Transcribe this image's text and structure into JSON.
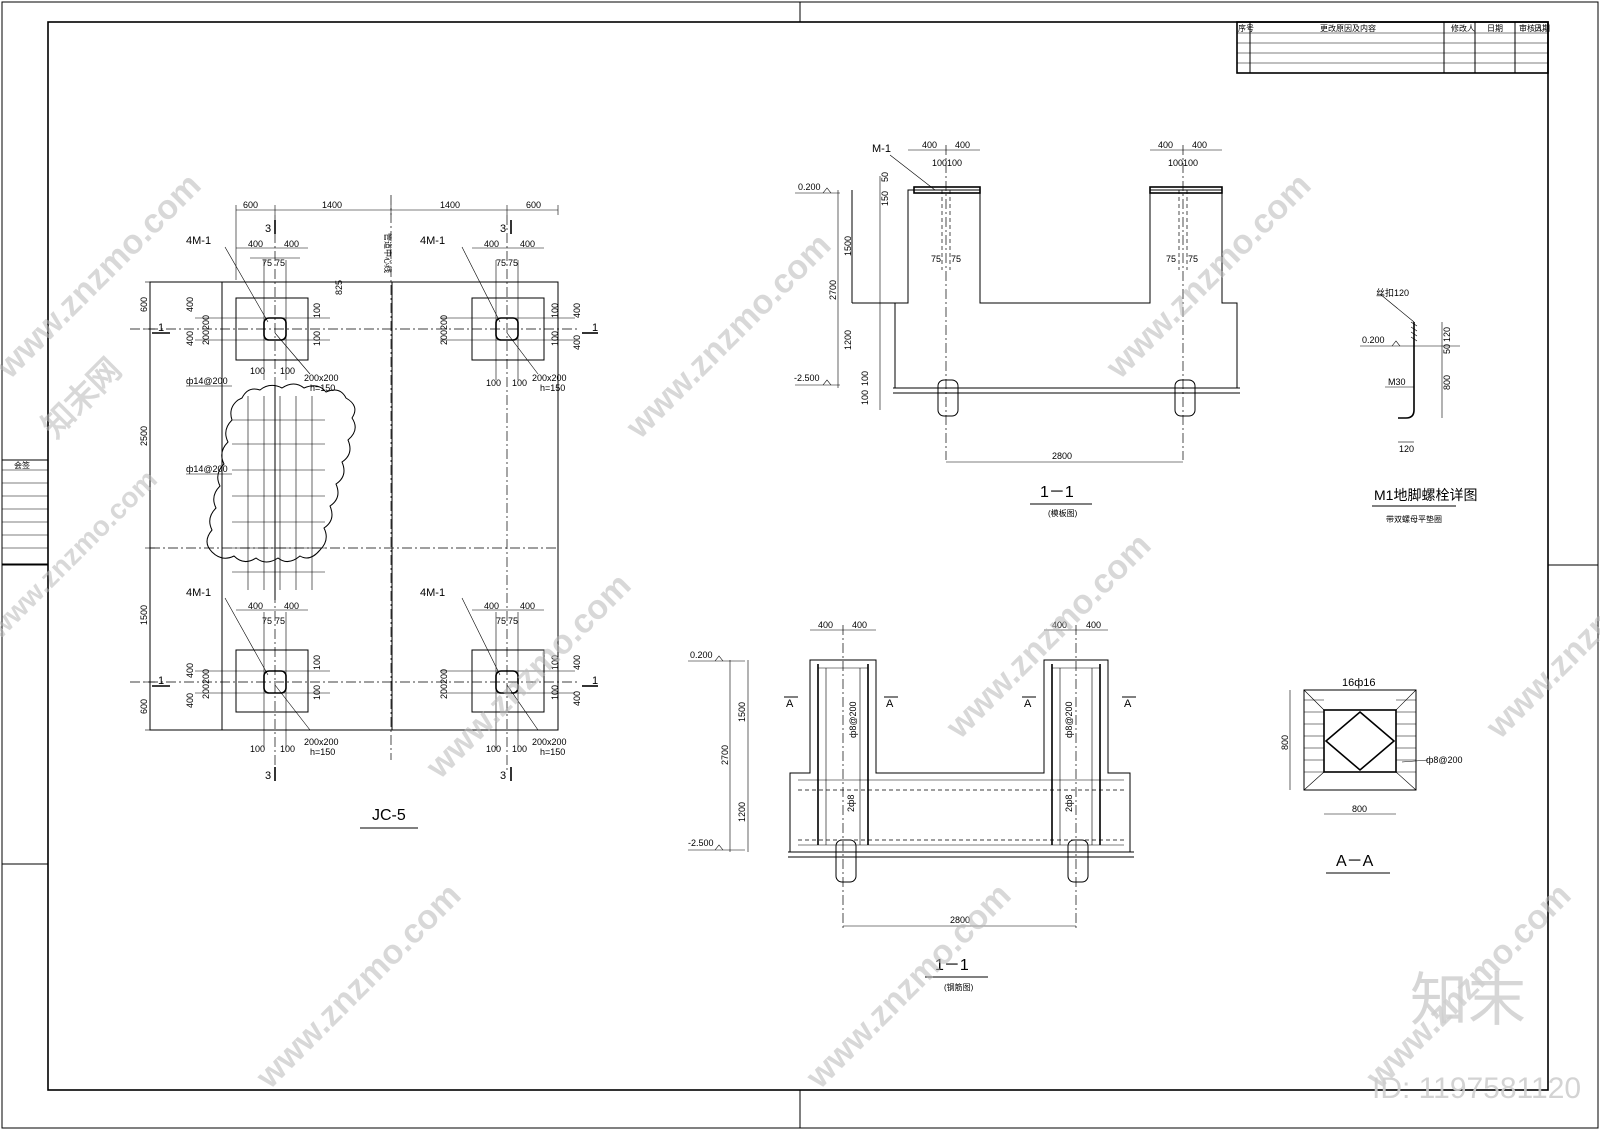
{
  "title_block": {
    "headers": [
      "序号",
      "更改原因及内容",
      "修改人",
      "日期",
      "审核人",
      "日期"
    ]
  },
  "side_block": {
    "header": "会签"
  },
  "plan": {
    "title": "JC-5",
    "bolt_label": "4M-1",
    "section_mark": "1",
    "section_mark_3": "3",
    "center_label": "管道中心线",
    "dims": {
      "top": [
        "600",
        "1400",
        "1400",
        "600"
      ],
      "left": [
        "600",
        "2500",
        "1500",
        "600"
      ],
      "pier_w": [
        "400",
        "400"
      ],
      "bolt_pair": [
        "75",
        "75"
      ],
      "side_400": "400",
      "side_200": "200",
      "side_100": "100",
      "bolt_100": [
        "100",
        "100"
      ],
      "anchor_box": "200x200",
      "anchor_h": "h=150",
      "rebar_1": "ф14@200",
      "rebar_2": "ф14@200",
      "tiny": "825"
    }
  },
  "section_formwork": {
    "title": "1－1",
    "subtitle": "(模板图)",
    "bolt_label": "M-1",
    "elev_top": "0.200",
    "elev_bot": "-2.500",
    "dims": {
      "top_left": [
        "400",
        "400"
      ],
      "top_right": [
        "400",
        "400"
      ],
      "bolt_left": "100100",
      "bolt_right": "100100",
      "v1": "50",
      "v2": "150",
      "v3": "1500",
      "v4": "2700",
      "v5": "1200",
      "v6": "100",
      "v7": "100",
      "gap_l": [
        "75",
        "75"
      ],
      "gap_r": [
        "75",
        "75"
      ],
      "span": "2800"
    }
  },
  "section_rebar": {
    "title": "1－1",
    "subtitle": "(钢筋图)",
    "elev_top": "0.200",
    "elev_bot": "-2.500",
    "cut_label": "A",
    "dims": {
      "top_left": [
        "400",
        "400"
      ],
      "top_right": [
        "400",
        "400"
      ],
      "v1": "1500",
      "v2": "2700",
      "v3": "1200",
      "stirrup": "ф8@200",
      "bars": "2ф8",
      "span": "2800"
    }
  },
  "bolt_detail": {
    "title": "M1地脚螺栓详图",
    "subtitle": "带双螺母平垫圈",
    "top_label": "丝扣120",
    "elev": "0.200",
    "bolt": "M30",
    "dims": {
      "v1": "120",
      "v2": "50",
      "v3": "800",
      "foot": "120"
    }
  },
  "section_aa": {
    "title": "A－A",
    "bars": "16ф16",
    "stirrup": "ф8@200",
    "dims": {
      "w": "800",
      "h": "800"
    }
  },
  "watermark": {
    "site": "www.znzmo.com",
    "brand": "知末网",
    "logo": "知末",
    "id_text": "ID: 1197581120"
  }
}
